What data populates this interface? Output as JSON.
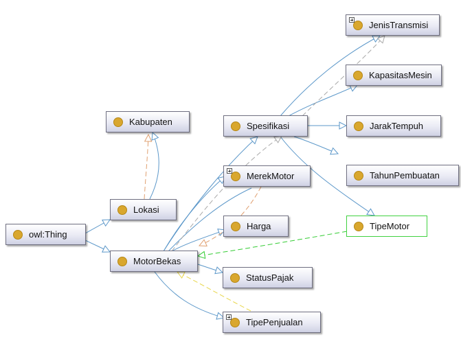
{
  "nodes": {
    "thing": "owl:Thing",
    "lokasi": "Lokasi",
    "kabupaten": "Kabupaten",
    "motorbekas": "MotorBekas",
    "spesifikasi": "Spesifikasi",
    "jenistransmisi": "JenisTransmisi",
    "kapasitasmesin": "KapasitasMesin",
    "jaraktempuh": "JarakTempuh",
    "tahunpembuatan": "TahunPembuatan",
    "tipemotor": "TipeMotor",
    "merekmotor": "MerekMotor",
    "harga": "Harga",
    "statuspajak": "StatusPajak",
    "tipepenjualan": "TipePenjualan"
  },
  "colors": {
    "subclass_edge": "#5b97c9",
    "node_dot": "#d9a72e",
    "edge_orange": "#e0a070",
    "edge_gray": "#a8a8a8",
    "edge_green": "#33cc33",
    "edge_yellow": "#e8d64a",
    "selected_border": "#3fd13f"
  },
  "icons": {
    "class": "class-dot-icon",
    "expand": "expand-plus-icon"
  }
}
